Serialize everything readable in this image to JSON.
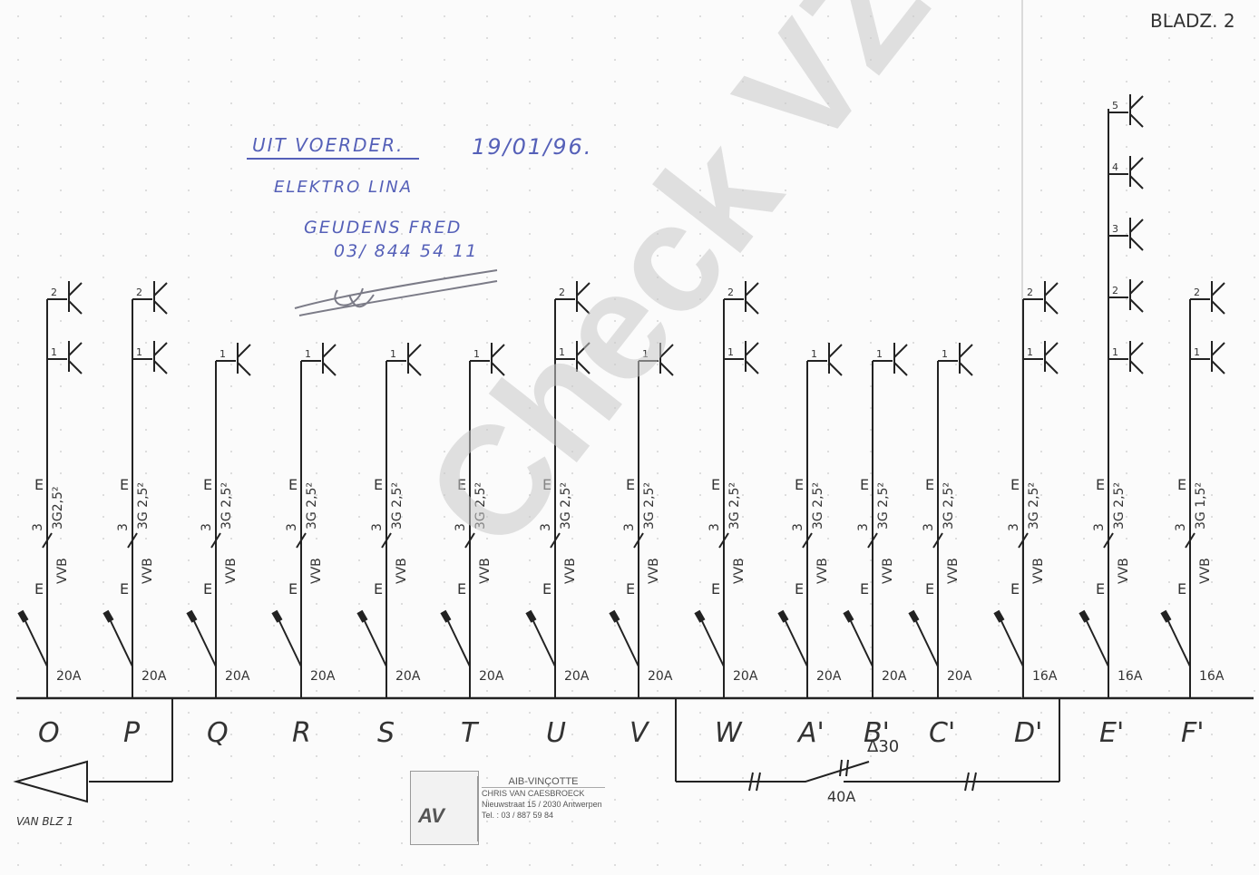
{
  "page_label": "BLADZ. 2",
  "annotation": {
    "line1": "UIT VOERDER.",
    "date": "19/01/96.",
    "line2": "ELEKTRO LINA",
    "line3": "GEUDENS FRED",
    "phone": "03/ 844 54 11"
  },
  "circuits": [
    {
      "label": "O",
      "rating": "20A",
      "cable": "3G2,5²",
      "type": "VVB",
      "cores": "3",
      "outlets": [
        "1",
        "2"
      ]
    },
    {
      "label": "P",
      "rating": "20A",
      "cable": "3G 2,5²",
      "type": "VVB",
      "cores": "3",
      "outlets": [
        "1",
        "2"
      ]
    },
    {
      "label": "Q",
      "rating": "20A",
      "cable": "3G 2,5²",
      "type": "VVB",
      "cores": "3",
      "outlets": [
        "1"
      ]
    },
    {
      "label": "R",
      "rating": "20A",
      "cable": "3G 2,5²",
      "type": "VVB",
      "cores": "3",
      "outlets": [
        "1"
      ]
    },
    {
      "label": "S",
      "rating": "20A",
      "cable": "3G 2,5²",
      "type": "VVB",
      "cores": "3",
      "outlets": [
        "1"
      ]
    },
    {
      "label": "T",
      "rating": "20A",
      "cable": "3G 2,5²",
      "type": "VVB",
      "cores": "3",
      "outlets": [
        "1"
      ]
    },
    {
      "label": "U",
      "rating": "20A",
      "cable": "3G 2,5²",
      "type": "VVB",
      "cores": "3",
      "outlets": [
        "1",
        "2"
      ]
    },
    {
      "label": "V",
      "rating": "20A",
      "cable": "3G 2,5²",
      "type": "VVB",
      "cores": "3",
      "outlets": [
        "1"
      ]
    },
    {
      "label": "W",
      "rating": "20A",
      "cable": "3G 2,5²",
      "type": "VVB",
      "cores": "3",
      "outlets": [
        "1",
        "2"
      ]
    },
    {
      "label": "A'",
      "rating": "20A",
      "cable": "3G 2,5²",
      "type": "VVB",
      "cores": "3",
      "outlets": [
        "1"
      ]
    },
    {
      "label": "B'",
      "rating": "20A",
      "cable": "3G 2,5²",
      "type": "VVB",
      "cores": "3",
      "outlets": [
        "1"
      ]
    },
    {
      "label": "C'",
      "rating": "20A",
      "cable": "3G 2,5²",
      "type": "VVB",
      "cores": "3",
      "outlets": [
        "1"
      ]
    },
    {
      "label": "D'",
      "rating": "16A",
      "cable": "3G 2,5²",
      "type": "VVB",
      "cores": "3",
      "outlets": [
        "1",
        "2"
      ]
    },
    {
      "label": "E'",
      "rating": "16A",
      "cable": "3G 2,5²",
      "type": "VVB",
      "cores": "3",
      "outlets": [
        "1",
        "2",
        "3",
        "4",
        "5"
      ]
    },
    {
      "label": "F'",
      "rating": "16A",
      "cable": "3G 1,5²",
      "type": "VVB",
      "cores": "3",
      "outlets": [
        "1",
        "2"
      ]
    }
  ],
  "main_switch": {
    "label": "Δ30",
    "rating": "40A"
  },
  "from_page": "VAN BLZ 1",
  "stamp": {
    "title": "AIB-VINÇOTTE",
    "name": "CHRIS VAN CAESBROECK",
    "address": "Nieuwstraat 15 / 2030 Antwerpen",
    "phone": "Tel. : 03 / 887 59 84"
  },
  "watermark": "Check VZW"
}
